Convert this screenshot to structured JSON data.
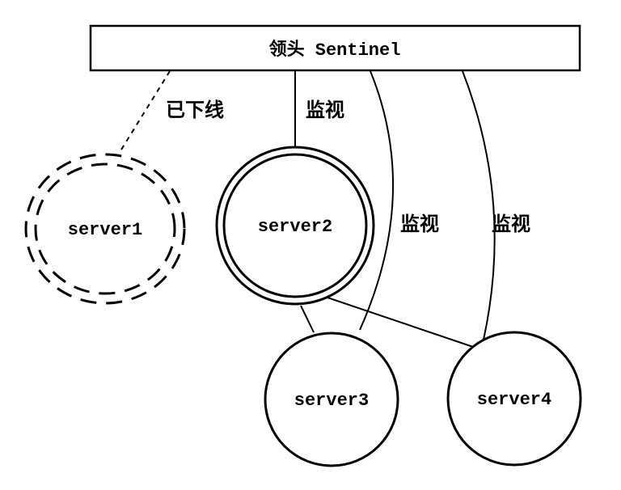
{
  "leader": {
    "label": "领头 Sentinel"
  },
  "links": {
    "offline": "已下线",
    "monitor_server2": "监视",
    "monitor_server3": "监视",
    "monitor_server4": "监视"
  },
  "nodes": {
    "server1": {
      "label": "server1",
      "status": "offline"
    },
    "server2": {
      "label": "server2",
      "status": "master"
    },
    "server3": {
      "label": "server3"
    },
    "server4": {
      "label": "server4"
    }
  }
}
